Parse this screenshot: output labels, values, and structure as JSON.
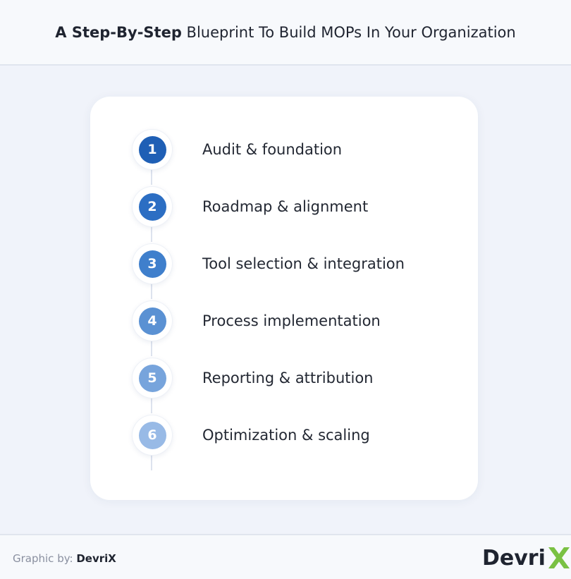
{
  "header": {
    "title_bold": "A Step-By-Step",
    "title_rest": " Blueprint To Build MOPs In Your Organization"
  },
  "steps": [
    {
      "number": "1",
      "label": "Audit & foundation",
      "color": "#1f5fb5"
    },
    {
      "number": "2",
      "label": "Roadmap & alignment",
      "color": "#2c6ec3"
    },
    {
      "number": "3",
      "label": "Tool selection & integration",
      "color": "#3f7fcc"
    },
    {
      "number": "4",
      "label": "Process implementation",
      "color": "#5a91d3"
    },
    {
      "number": "5",
      "label": "Reporting & attribution",
      "color": "#77a4dc"
    },
    {
      "number": "6",
      "label": "Optimization & scaling",
      "color": "#98bae6"
    }
  ],
  "footer": {
    "credit_prefix": "Graphic by: ",
    "credit_brand": "DevriX",
    "logo_text": "Devri",
    "logo_accent": "#7ac143"
  }
}
